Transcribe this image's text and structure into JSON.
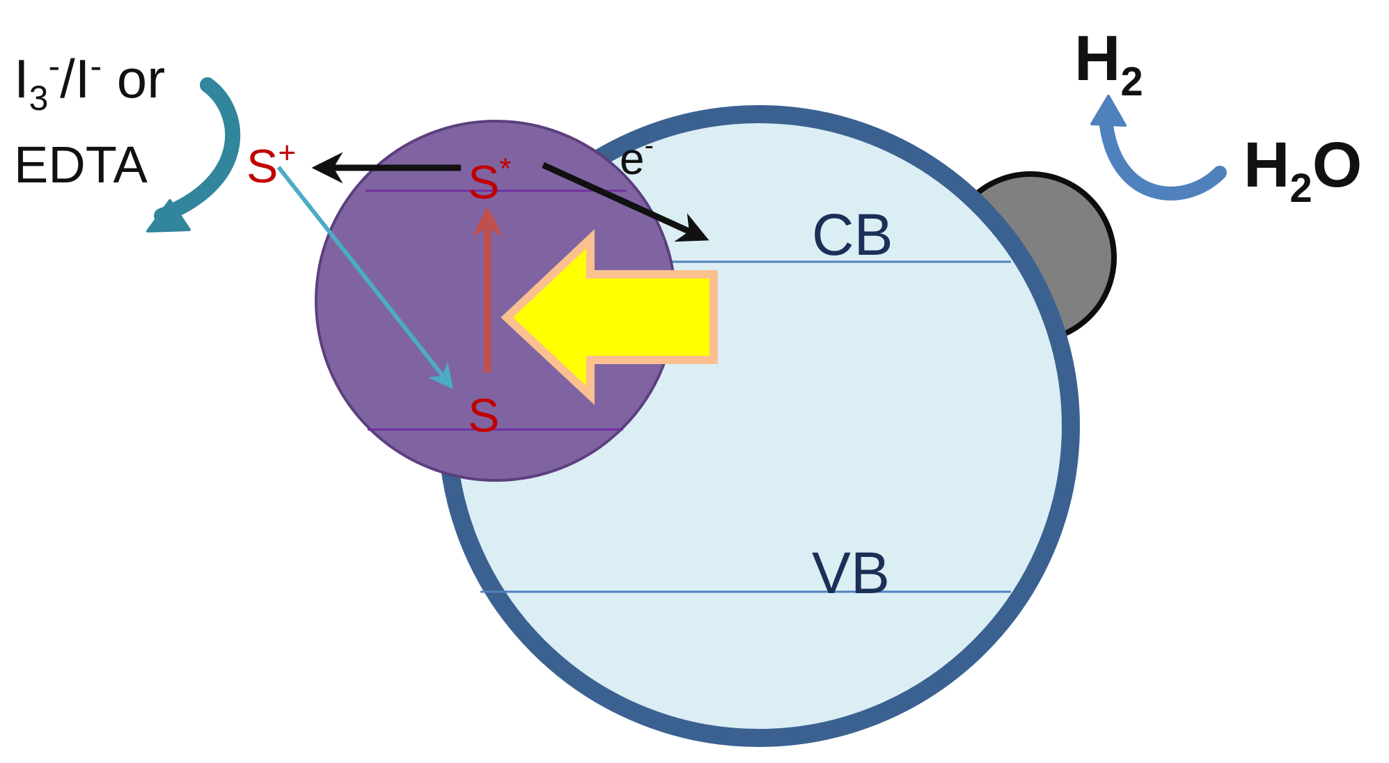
{
  "labels": {
    "h2": {
      "main": "H",
      "sub": "2"
    },
    "h2o": {
      "main1": "H",
      "sub": "2",
      "main2": "O"
    },
    "redox_line1": {
      "main": "I",
      "sub": "3",
      "sup": "-",
      "mid": "/I",
      "sup2": "-",
      "tail": " or"
    },
    "redox_line2": "EDTA",
    "s_plus": {
      "main": "S",
      "sup": "+"
    },
    "s_star": {
      "main": "S",
      "sup": "*"
    },
    "s_ground": "S",
    "electron": {
      "main": "e",
      "sup": "-"
    },
    "cb": "CB",
    "vb": "VB"
  },
  "colors": {
    "semiconductor_fill": "#dbeef4",
    "semiconductor_stroke": "#3b6191",
    "dye_fill": "#8064a2",
    "dye_stroke": "#5c3f7e",
    "cocatalyst_fill": "#808080",
    "light_arrow_fill": "#ffff00",
    "light_arrow_stroke": "#fac090",
    "excitation_arrow": "#c0504d",
    "recombination_arrow": "#4bacc6",
    "regeneration_arrow": "#31859c",
    "water_arrow": "#4f81bd",
    "label_red": "#c00000",
    "label_navy": "#1b2f57"
  },
  "icons": {
    "semiconductor": "semiconductor-particle",
    "dye": "dye-sensitizer",
    "cocatalyst": "cocatalyst-particle",
    "light": "light-arrow-icon"
  }
}
